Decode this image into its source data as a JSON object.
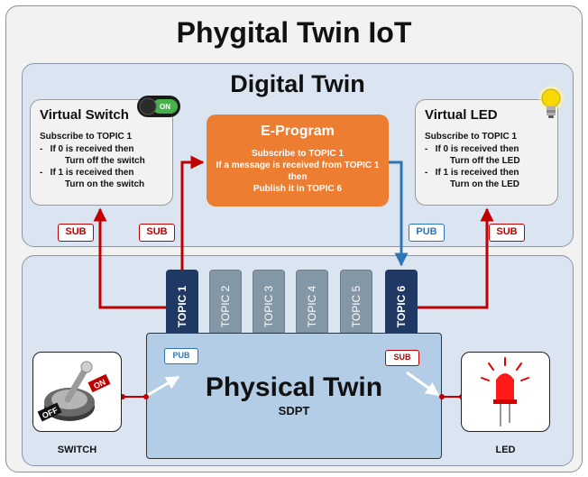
{
  "title": "Phygital Twin IoT",
  "digital_twin": {
    "title": "Digital Twin",
    "virtual_switch": {
      "title": "Virtual Switch",
      "toggle_label": "ON",
      "subscribe": "Subscribe to TOPIC 1",
      "rule1_if": "If 0 is received then",
      "rule1_then": "Turn off the switch",
      "rule2_if": "If 1 is received then",
      "rule2_then": "Turn on the switch"
    },
    "e_program": {
      "title": "E-Program",
      "line1": "Subscribe to TOPIC 1",
      "line2": "If a message is received from TOPIC 1 then",
      "line3": "Publish it in TOPIC 6"
    },
    "virtual_led": {
      "title": "Virtual LED",
      "subscribe": "Subscribe to TOPIC 1",
      "rule1_if": "If 0 is received then",
      "rule1_then": "Turn off the LED",
      "rule2_if": "If 1 is received then",
      "rule2_then": "Turn on the LED"
    },
    "badges": {
      "switch_sub": "SUB",
      "eprog_sub": "SUB",
      "eprog_pub": "PUB",
      "led_sub": "SUB"
    }
  },
  "topics": [
    "TOPIC 1",
    "TOPIC 2",
    "TOPIC 3",
    "TOPIC 4",
    "TOPIC 5",
    "TOPIC 6"
  ],
  "physical_twin": {
    "title": "Physical Twin",
    "subtitle": "SDPT",
    "pub_badge": "PUB",
    "sub_badge": "SUB",
    "switch_label": "SWITCH",
    "led_label": "LED",
    "switch_on": "ON",
    "switch_off": "OFF"
  },
  "colors": {
    "red_arrow": "#c00000",
    "blue_arrow": "#2e75b6",
    "e_program": "#ed7d31",
    "topic_active": "#1f3864",
    "topic_inactive": "#8497a6",
    "panel": "#dbe5f1",
    "physical": "#b4cde6"
  }
}
